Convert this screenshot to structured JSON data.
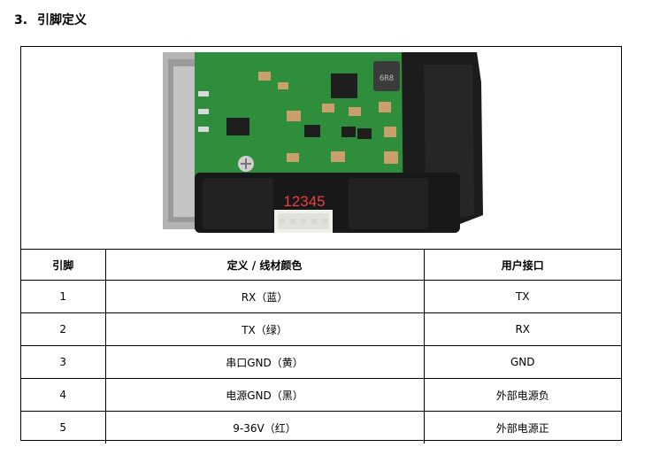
{
  "section": {
    "number": "3.",
    "title": "引脚定义"
  },
  "photo": {
    "connector_label": "12345"
  },
  "table": {
    "headers": [
      "引脚",
      "定义 / 线材颜色",
      "用户接口"
    ],
    "rows": [
      {
        "pin": "1",
        "definition": "RX（蓝）",
        "user_interface": "TX"
      },
      {
        "pin": "2",
        "definition": "TX（绿）",
        "user_interface": "RX"
      },
      {
        "pin": "3",
        "definition": "串口GND（黄）",
        "user_interface": "GND"
      },
      {
        "pin": "4",
        "definition": "电源GND（黑）",
        "user_interface": "外部电源负"
      },
      {
        "pin": "5",
        "definition": "9-36V（红）",
        "user_interface": "外部电源正"
      }
    ]
  },
  "colors": {
    "pcb": "#2e8f3a",
    "housing": "#1b1b1b",
    "heatsink": "#a8a8a8",
    "label": "#e84040"
  }
}
